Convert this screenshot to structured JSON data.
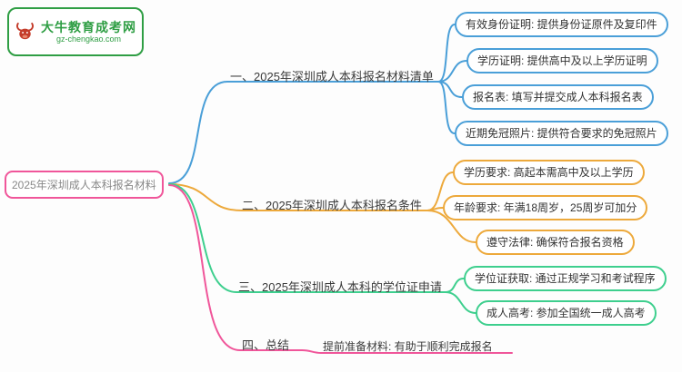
{
  "logo": {
    "title": "大牛教育成考网",
    "url": "gz-chengkao.com",
    "brand_color": "#2f9e44"
  },
  "root": {
    "label": "2025年深圳成人本科报名材料"
  },
  "colors": {
    "branch1": "#4a9fd8",
    "branch2": "#eda93b",
    "branch3": "#3ecf8e",
    "branch4": "#f0569a"
  },
  "branches": [
    {
      "label": "一、2025年深圳成人本科报名材料清单",
      "color": "#4a9fd8",
      "children": [
        "有效身份证明: 提供身份证原件及复印件",
        "学历证明: 提供高中及以上学历证明",
        "报名表: 填写并提交成人本科报名表",
        "近期免冠照片: 提供符合要求的免冠照片"
      ]
    },
    {
      "label": "二、2025年深圳成人本科报名条件",
      "color": "#eda93b",
      "children": [
        "学历要求: 高起本需高中及以上学历",
        "年龄要求: 年满18周岁，25周岁可加分",
        "遵守法律: 确保符合报名资格"
      ]
    },
    {
      "label": "三、2025年深圳成人本科的学位证申请",
      "color": "#3ecf8e",
      "children": [
        "学位证获取: 通过正规学习和考试程序",
        "成人高考: 参加全国统一成人高考"
      ]
    },
    {
      "label": "四、总结",
      "color": "#f0569a",
      "children": [
        "提前准备材料: 有助于顺利完成报名"
      ]
    }
  ]
}
